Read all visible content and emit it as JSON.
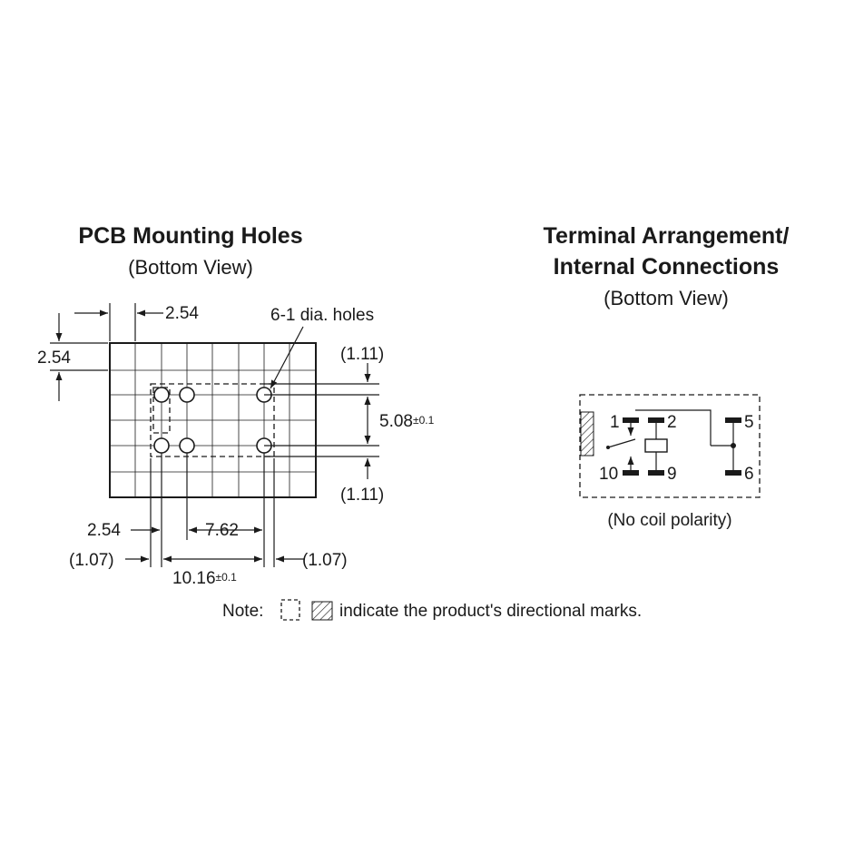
{
  "left": {
    "title": "PCB Mounting Holes",
    "subtitle": "(Bottom View)",
    "dims": {
      "top_pitch": "2.54",
      "left_pitch": "2.54",
      "holes": "6-1 dia. holes",
      "right_top": "(1.11)",
      "right_mid": "5.08",
      "right_mid_tol": "±0.1",
      "right_bottom": "(1.11)",
      "bottom_pitch": "2.54",
      "bottom_span": "7.62",
      "bottom_left_offset": "(1.07)",
      "bottom_right_offset": "(1.07)",
      "bottom_total": "10.16",
      "bottom_total_tol": "±0.1"
    }
  },
  "right": {
    "title_line1": "Terminal Arrangement/",
    "title_line2": "Internal Connections",
    "subtitle": "(Bottom View)",
    "pins": {
      "p1": "1",
      "p2": "2",
      "p5": "5",
      "p10": "10",
      "p9": "9",
      "p6": "6"
    },
    "caption": "(No coil polarity)"
  },
  "note": {
    "prefix": "Note:",
    "text": "indicate the product's directional marks."
  }
}
